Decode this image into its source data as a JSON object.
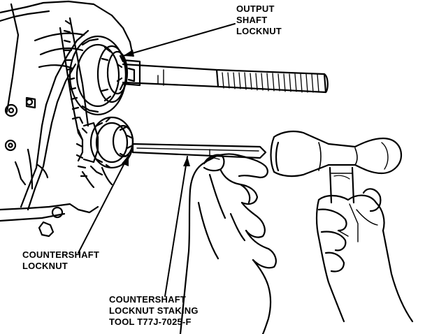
{
  "labels": {
    "output_shaft_locknut": "OUTPUT\nSHAFT\nLOCKNUT",
    "countershaft_locknut": "COUNTERSHAFT\nLOCKNUT",
    "staking_tool": "COUNTERSHAFT\nLOCKNUT STAKING\nTOOL T77J-7025-F"
  },
  "colors": {
    "ink": "#000000",
    "paper": "#ffffff"
  }
}
